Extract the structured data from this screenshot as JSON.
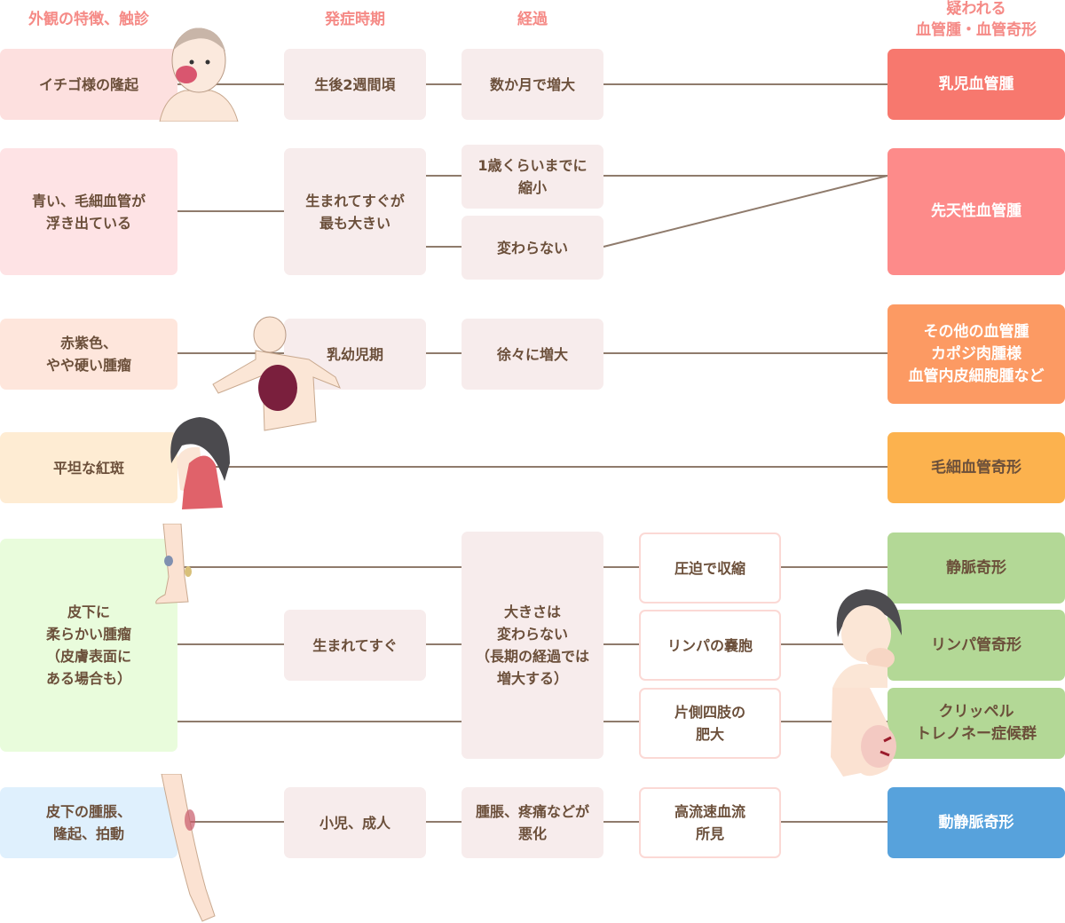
{
  "headers": {
    "appearance": "外観の特徴、触診",
    "onset": "発症時期",
    "course": "経過",
    "suspected": "疑われる\n血管腫・血管奇形"
  },
  "rows": {
    "r1": {
      "appearance": "イチゴ様の隆起",
      "onset": "生後2週間頃",
      "course": "数か月で増大",
      "result": "乳児血管腫"
    },
    "r2": {
      "appearance": "青い、毛細血管が\n浮き出ている",
      "onset": "生まれてすぐが\n最も大きい",
      "course_a": "1歳くらいまでに\n縮小",
      "course_b": "変わらない",
      "result": "先天性血管腫"
    },
    "r3": {
      "appearance": "赤紫色、\nやや硬い腫瘤",
      "onset": "乳幼児期",
      "course": "徐々に増大",
      "result": "その他の血管腫\nカポジ肉腫様\n血管内皮細胞腫など"
    },
    "r4": {
      "appearance": "平坦な紅斑",
      "result": "毛細血管奇形"
    },
    "r5": {
      "appearance": "皮下に\n柔らかい腫瘤\n（皮膚表面に\nある場合も）",
      "onset": "生まれてすぐ",
      "course": "大きさは\n変わらない\n（長期の経過では\n増大する）",
      "findings": [
        "圧迫で収縮",
        "リンパの嚢胞",
        "片側四肢の\n肥大"
      ],
      "results": [
        "静脈奇形",
        "リンパ管奇形",
        "クリッペル\nトレノネー症候群"
      ]
    },
    "r6": {
      "appearance": "皮下の腫脹、\n隆起、拍動",
      "onset": "小児、成人",
      "course": "腫脹、疼痛などが\n悪化",
      "finding": "高流速血流\n所見",
      "result": "動静脈奇形"
    }
  },
  "colors": {
    "header": "#f58a86",
    "text": "#6b4f3a",
    "connector": "#8f7b6c",
    "infantile_hemangioma": "#f7786e",
    "congenital_hemangioma": "#fd8b8a",
    "other_hemangioma": "#fc9a63",
    "capillary_malformation": "#fcb24e",
    "venous_lymphatic_malformation": "#b3d896",
    "av_malformation": "#57a2dc"
  }
}
